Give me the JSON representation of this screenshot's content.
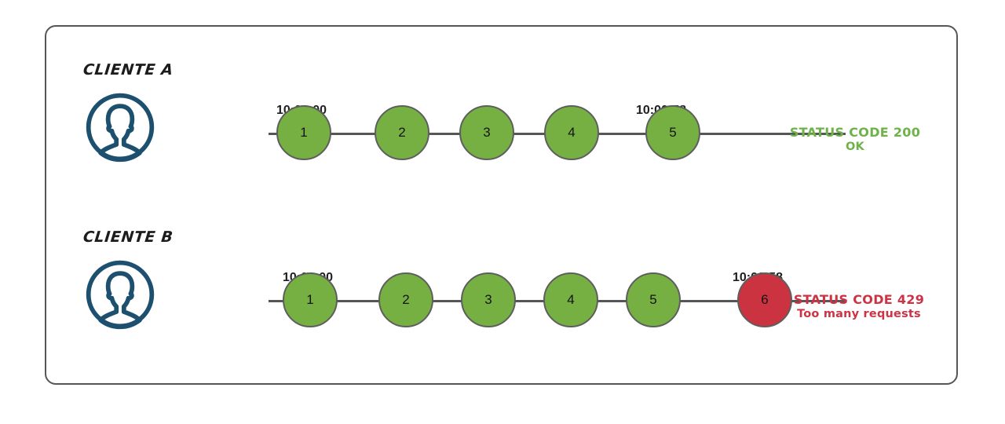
{
  "diagram": {
    "title_visible": false,
    "colors": {
      "ok_fill": "#76b043",
      "error_fill": "#cc3341",
      "node_stroke": "#5e5e5e",
      "track": "#565656",
      "card_border": "#565656",
      "avatar": "#1d4f6e",
      "status_ok_text": "#6fb24a",
      "status_error_text": "#cc3344",
      "background": "#ffffff"
    },
    "rows": [
      {
        "id": "cliente-a",
        "label": "CLIENTE A",
        "avatar_icon": "user-avatar-icon",
        "start_time": "10:00:00",
        "end_time": "10:00:58",
        "nodes": [
          {
            "n": "1",
            "state": "ok"
          },
          {
            "n": "2",
            "state": "ok"
          },
          {
            "n": "3",
            "state": "ok"
          },
          {
            "n": "4",
            "state": "ok"
          },
          {
            "n": "5",
            "state": "ok"
          }
        ],
        "status": {
          "line1": "STATUS CODE 200",
          "line2": "OK",
          "state": "ok"
        }
      },
      {
        "id": "cliente-b",
        "label": "CLIENTE B",
        "avatar_icon": "user-avatar-icon",
        "start_time": "10:00:00",
        "end_time": "10:00:58",
        "nodes": [
          {
            "n": "1",
            "state": "ok"
          },
          {
            "n": "2",
            "state": "ok"
          },
          {
            "n": "3",
            "state": "ok"
          },
          {
            "n": "4",
            "state": "ok"
          },
          {
            "n": "5",
            "state": "ok"
          },
          {
            "n": "6",
            "state": "error"
          }
        ],
        "status": {
          "line1": "STATUS CODE 429",
          "line2": "Too many requests",
          "state": "error"
        }
      }
    ]
  }
}
